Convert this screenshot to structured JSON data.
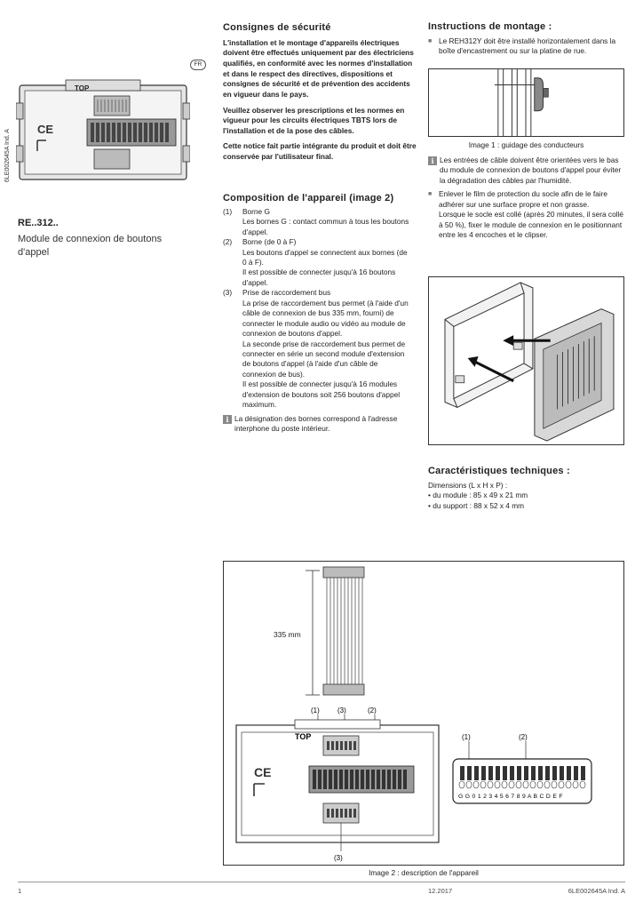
{
  "left": {
    "fr_badge": "FR",
    "doc_code_vertical": "6LE002645A Ind. A",
    "model": "RE..312..",
    "title": "Module de connexion de boutons d'appel",
    "device_top_label": "TOP"
  },
  "safety": {
    "heading": "Consignes de sécurité",
    "p1": "L'installation et le montage d'appareils électriques doivent être effectués uniquement par des électriciens qualifiés, en conformité avec les normes d'installation et dans le respect des directives, dispositions et consignes de sécurité et de prévention des accidents en vigueur dans le pays.",
    "p2": "Veuillez observer les prescriptions et les normes en vigueur pour les circuits électriques TBTS lors de l'installation et de la pose des câbles.",
    "p3": "Cette notice fait partie intégrante du produit et doit être conservée par l'utilisateur final."
  },
  "composition": {
    "heading": "Composition de l'appareil (image 2)",
    "items": [
      {
        "num": "(1)",
        "lines": [
          "Borne G",
          "Les bornes G : contact commun à tous les boutons d'appel."
        ]
      },
      {
        "num": "(2)",
        "lines": [
          "Borne (de 0 à F)",
          "Les boutons d'appel se connectent aux bornes (de 0 à F).",
          "Il est possible de connecter jusqu'à 16 boutons d'appel."
        ]
      },
      {
        "num": "(3)",
        "lines": [
          "Prise de raccordement bus",
          "La prise de raccordement bus permet (à l'aide d'un câble de connexion de bus 335 mm, fourni) de connecter le module audio ou vidéo au module de connexion de boutons d'appel.",
          "La seconde prise de raccordement bus permet de connecter en série un second module d'extension de boutons d'appel (à l'aide d'un câble de connexion de bus).",
          "Il est possible de connecter jusqu'à 16 modules d'extension de boutons soit 256 boutons d'appel maximum."
        ]
      }
    ],
    "note": "La désignation des bornes correspond à l'adresse interphone du poste intérieur."
  },
  "mounting": {
    "heading": "Instructions de montage :",
    "bullet1": "Le REH312Y doit être installé horizontalement dans la boîte d'encastrement ou sur la platine de rue.",
    "image1_caption": "Image 1 : guidage des conducteurs",
    "note": "Les entrées de câble doivent être orientées vers le bas du module de connexion de boutons d'appel  pour éviter la dégradation des câbles par l'humidité.",
    "bullet2_a": "Enlever le film de protection du socle afin de le faire adhérer sur une surface propre et non grasse.",
    "bullet2_b": "Lorsque le socle est collé (après 20 minutes, il sera collé à 50 %), fixer le module de connexion en le positionnant entre les 4 encoches et le clipser."
  },
  "specs": {
    "heading": "Caractéristiques techniques :",
    "line1": "Dimensions (L x H x P) :",
    "line2": "• du module : 85 x 49 x 21 mm",
    "line3": "• du support : 88 x 52 x 4 mm"
  },
  "image2": {
    "cable_length": "335 mm",
    "label_1": "(1)",
    "label_2": "(2)",
    "label_3": "(3)",
    "terminal_letters": "G G 0 1 2 3 4 5 6 7 8 9 A B C D E F",
    "top_label": "TOP",
    "caption": "Image 2 : description de l'appareil"
  },
  "footer": {
    "page": "1",
    "date": "12.2017",
    "code": "6LE002645A Ind. A"
  }
}
